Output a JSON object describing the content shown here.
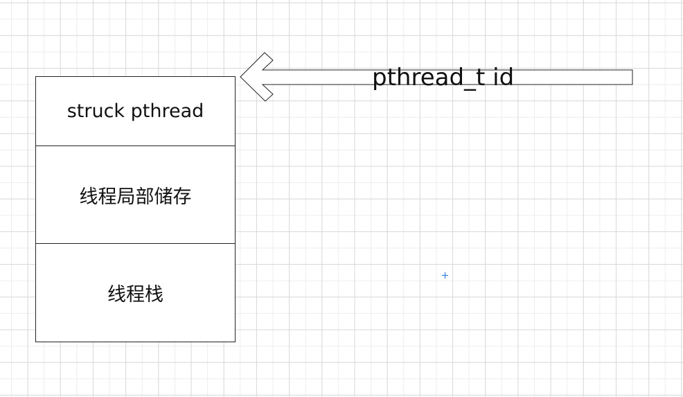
{
  "blocks": [
    {
      "label": "struck pthread"
    },
    {
      "label": "线程局部储存"
    },
    {
      "label": "线程栈"
    }
  ],
  "arrow": {
    "label": "pthread_t id"
  }
}
